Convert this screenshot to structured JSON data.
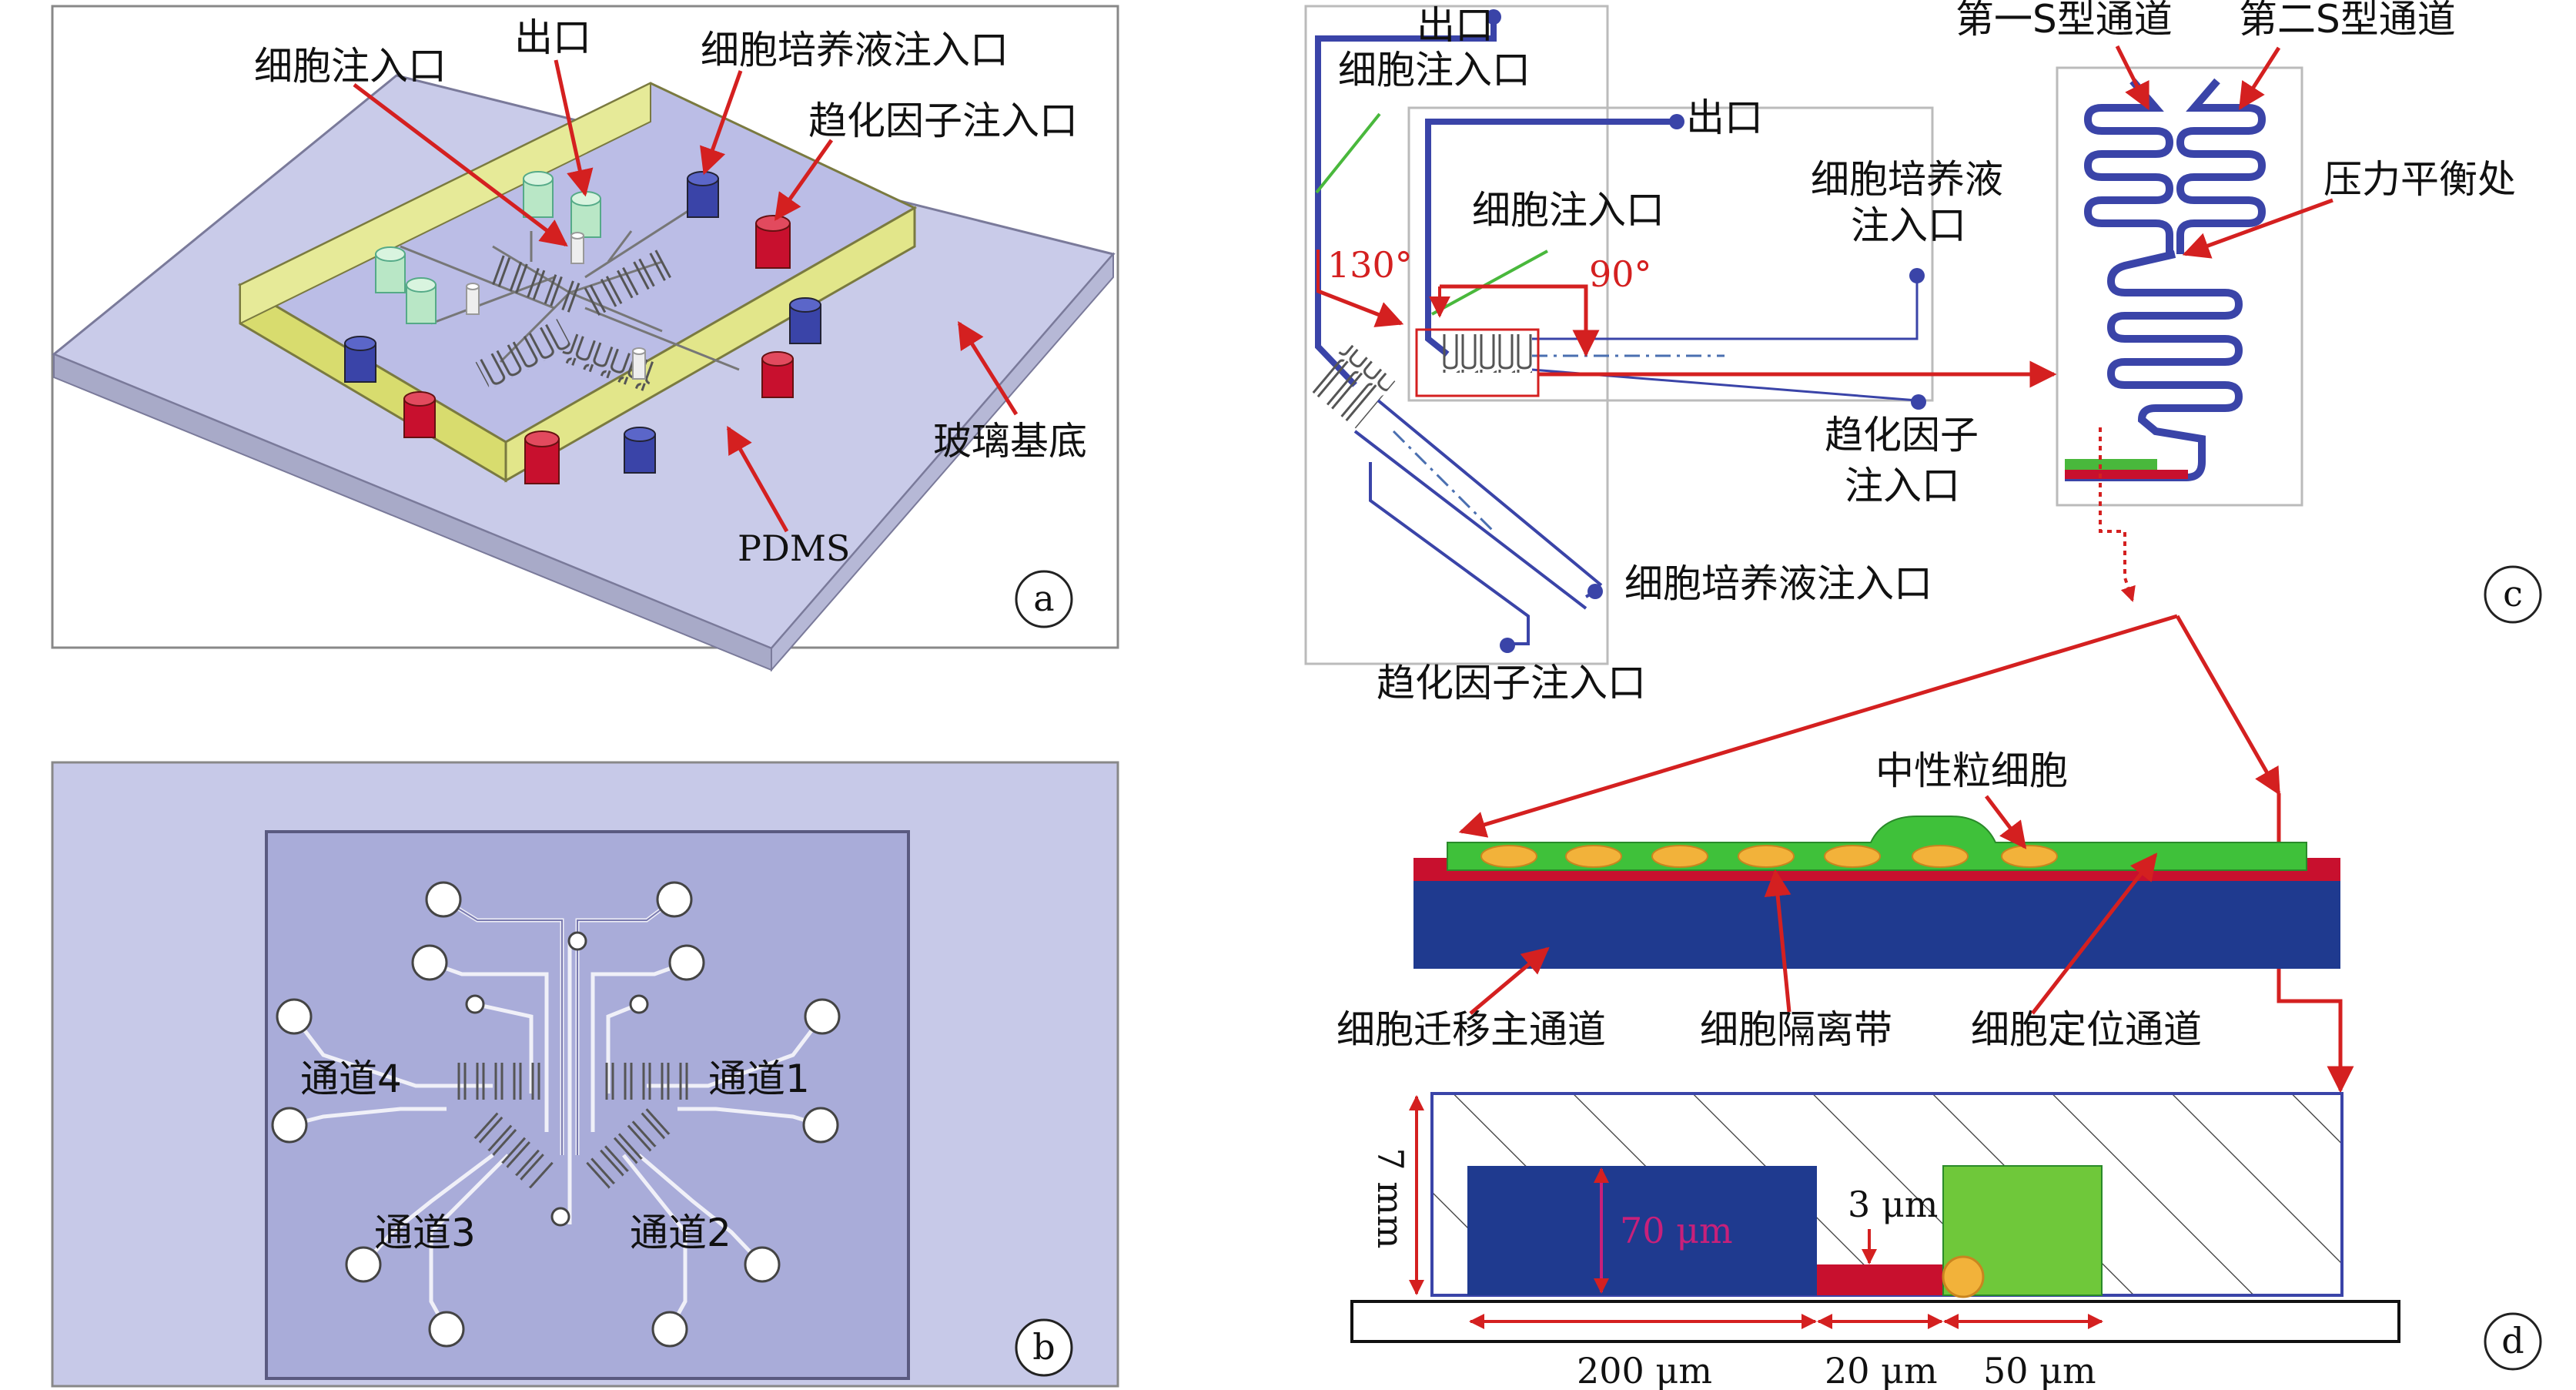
{
  "panel_a": {
    "label": "a",
    "inlet_cell": "细胞注入口",
    "outlet": "出口",
    "inlet_medium": "细胞培养液注入口",
    "inlet_chemo": "趋化因子注入口",
    "glass": "玻璃基底",
    "pdms": "PDMS"
  },
  "panel_b": {
    "label": "b",
    "ch1": "通道1",
    "ch2": "通道2",
    "ch3": "通道3",
    "ch4": "通道4"
  },
  "panel_c": {
    "label": "c",
    "outlet_top": "出口",
    "inlet_cell_top": "细胞注入口",
    "outlet_mid": "出口",
    "inlet_cell_mid": "细胞注入口",
    "angle_130": "130°",
    "angle_90": "90°",
    "medium_l1": "细胞培养液",
    "medium_l2": "注入口",
    "chemo_l1": "趋化因子",
    "chemo_l2": "注入口",
    "medium_bottom": "细胞培养液注入口",
    "chemo_bottom": "趋化因子注入口",
    "s1": "第一S型通道",
    "s2": "第二S型通道",
    "balance": "压力平衡处"
  },
  "panel_d": {
    "label": "d",
    "neutrophil": "中性粒细胞",
    "main_channel": "细胞迁移主通道",
    "isolation": "细胞隔离带",
    "positioning": "细胞定位通道",
    "height": "7 mm",
    "h70": "70 μm",
    "h3": "3 μm",
    "w200": "200 μm",
    "w20": "20 μm",
    "w50": "50 μm"
  },
  "colors": {
    "blue": "#3a44a8",
    "green": "#49b83c",
    "red": "#c8102e",
    "pdms_yellow": "#e7ea8a",
    "chip_bg": "#c6c8e8"
  }
}
